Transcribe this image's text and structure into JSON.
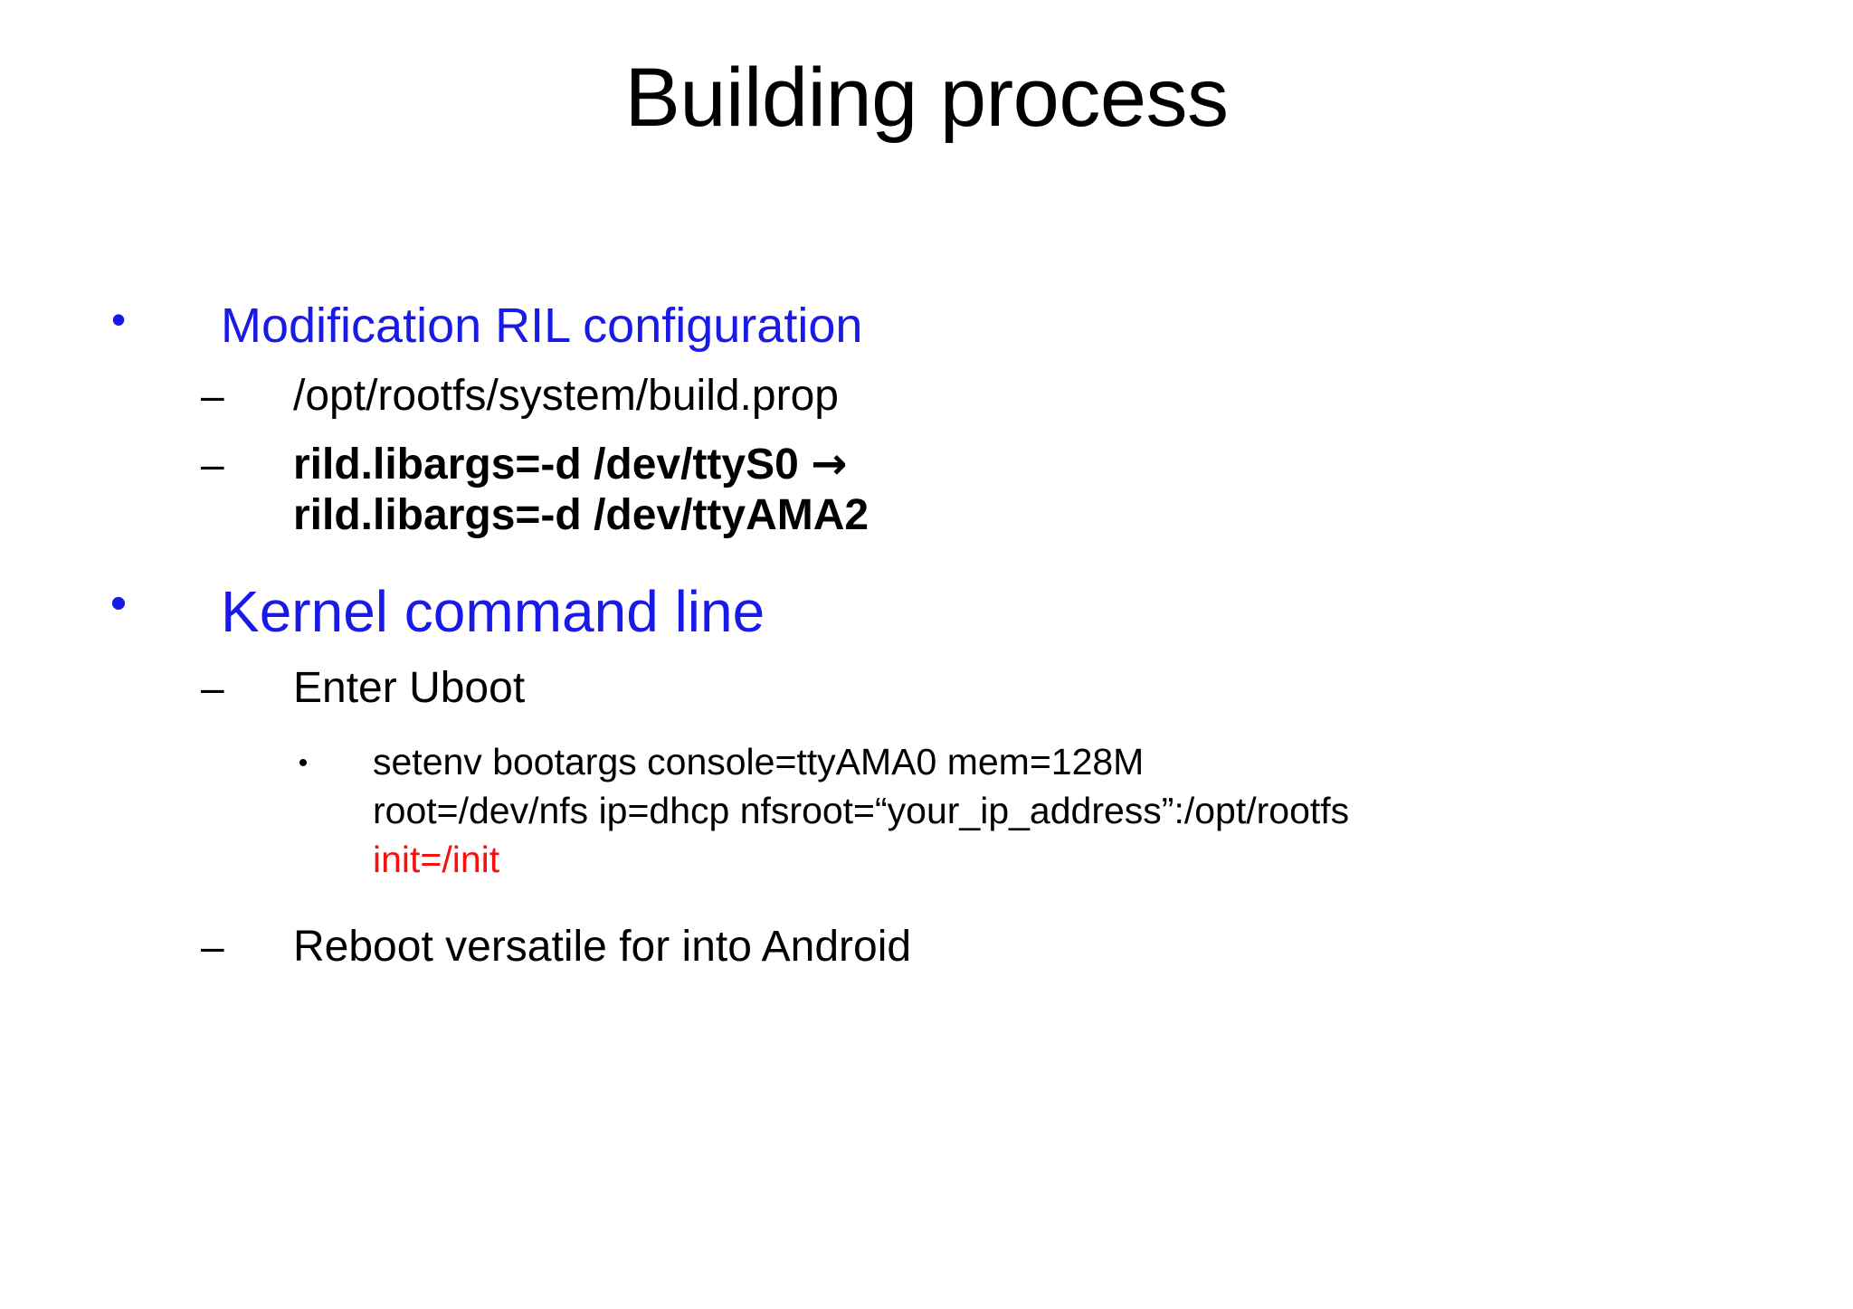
{
  "slide": {
    "title": "Building process",
    "colors": {
      "heading_blue": "#1A1AE6",
      "highlight_red": "#FA0F0F",
      "body_black": "#000000",
      "background": "#FFFFFF"
    },
    "bullet_glyphs": {
      "level1": "•",
      "level2": "–",
      "level3": "•",
      "arrow": "→"
    },
    "content": [
      {
        "level": 1,
        "label": "Modification RIL configuration",
        "color": "#1A1AE6"
      },
      {
        "level": 2,
        "label": "/opt/rootfs/system/build.prop",
        "color": "#000000",
        "bold": false
      },
      {
        "level": 2,
        "bold": true,
        "color": "#000000",
        "line1": "rild.libargs=-d /dev/ttyS0",
        "arrow": "→",
        "line2": "rild.libargs=-d /dev/ttyAMA2"
      },
      {
        "level": 1,
        "label": "Kernel command line",
        "color": "#1A1AE6"
      },
      {
        "level": 2,
        "label": "Enter Uboot",
        "color": "#000000",
        "bold": false
      },
      {
        "level": 3,
        "color": "#000000",
        "line1": "setenv bootargs console=ttyAMA0 mem=128M",
        "line2": "root=/dev/nfs ip=dhcp nfsroot=“your_ip_address”:/opt/rootfs",
        "line3": "init=/init",
        "line3_color": "#FA0F0F"
      },
      {
        "level": 2,
        "label": "Reboot versatile for into Android",
        "color": "#000000",
        "bold": false
      }
    ]
  }
}
